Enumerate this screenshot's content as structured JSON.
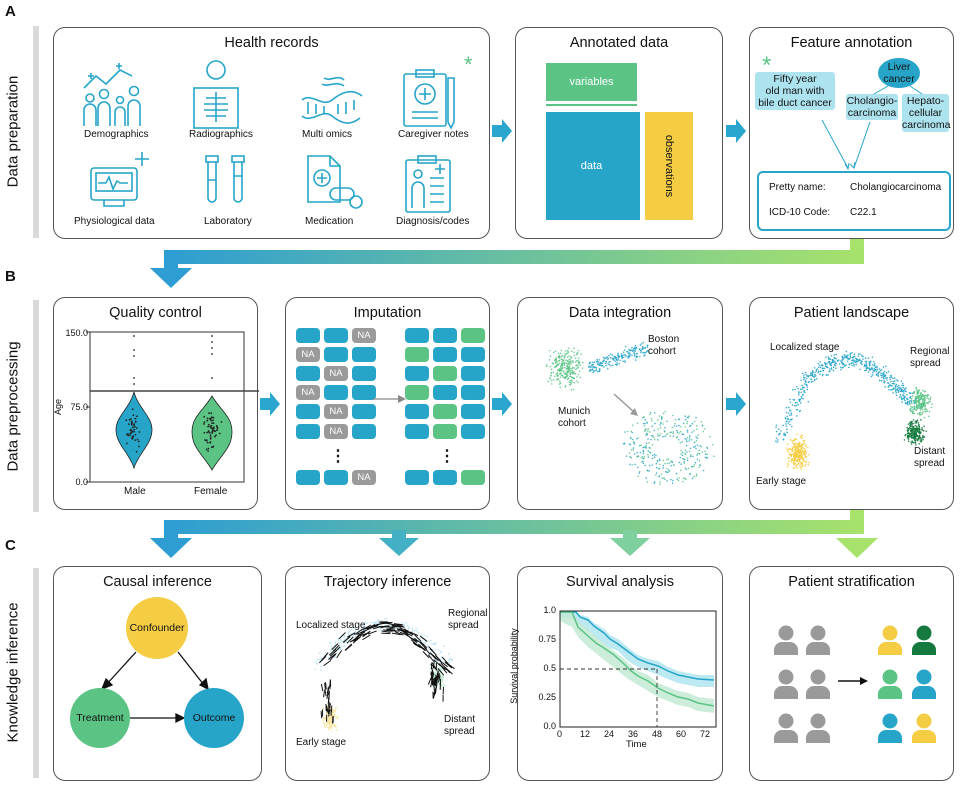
{
  "sections": {
    "a": "A",
    "b": "B",
    "c": "C"
  },
  "rows": {
    "prep": "Data preparation",
    "preproc": "Data preprocessing",
    "infer": "Knowledge inference"
  },
  "health": {
    "title": "Health records",
    "items": [
      "Demographics",
      "Radiographics",
      "Multi omics",
      "Caregiver notes",
      "Physiological data",
      "Laboratory",
      "Medication",
      "Diagnosis/codes"
    ]
  },
  "annot": {
    "title": "Annotated data",
    "variables": "variables",
    "data": "data",
    "observations": "observations"
  },
  "feature": {
    "title": "Feature annotation",
    "asterisk": "*",
    "sentence": [
      "Fifty year",
      "old man with",
      "bile duct cancer"
    ],
    "liver": [
      "Liver",
      "cancer"
    ],
    "chol": [
      "Cholangio-",
      "carcinoma"
    ],
    "hepa": [
      "Hepato-",
      "cellular",
      "carcinoma"
    ],
    "pretty_label": "Pretty name:",
    "pretty_value": "Cholangiocarcinoma",
    "icd_label": "ICD-10 Code:",
    "icd_value": "C22.1"
  },
  "qc": {
    "title": "Quality control",
    "ylabel": "Age",
    "yticks": [
      "150.0",
      "75.0",
      "0.0"
    ],
    "groups": [
      "Male",
      "Female"
    ]
  },
  "imputation": {
    "title": "Imputation",
    "na": "NA",
    "dots": "⋮"
  },
  "integration": {
    "title": "Data integration",
    "boston": [
      "Boston",
      "cohort"
    ],
    "munich": [
      "Munich",
      "cohort"
    ]
  },
  "landscape": {
    "title": "Patient landscape",
    "localized": "Localized stage",
    "regional": [
      "Regional",
      "spread"
    ],
    "distant": [
      "Distant",
      "spread"
    ],
    "early": "Early stage"
  },
  "causal": {
    "title": "Causal inference",
    "confounder": "Confounder",
    "treatment": "Treatment",
    "outcome": "Outcome"
  },
  "trajectory": {
    "title": "Trajectory inference",
    "localized": "Localized stage",
    "regional": [
      "Regional",
      "spread"
    ],
    "distant": [
      "Distant",
      "spread"
    ],
    "early": "Early stage"
  },
  "survival": {
    "title": "Survival analysis",
    "ylabel": "Survival probability",
    "xlabel": "Time",
    "yticks": [
      "1.0",
      "0.75",
      "0.5",
      "0.25",
      "0.0"
    ],
    "xticks": [
      "0",
      "12",
      "24",
      "36",
      "48",
      "60",
      "72"
    ]
  },
  "strat": {
    "title": "Patient stratification"
  },
  "colors": {
    "blue": "#27a5c9",
    "green": "#5bc485",
    "yellow": "#f5cd45",
    "dark_green": "#167a3f",
    "gray": "#9a9a9a",
    "light_blue": "#ade3ef"
  }
}
